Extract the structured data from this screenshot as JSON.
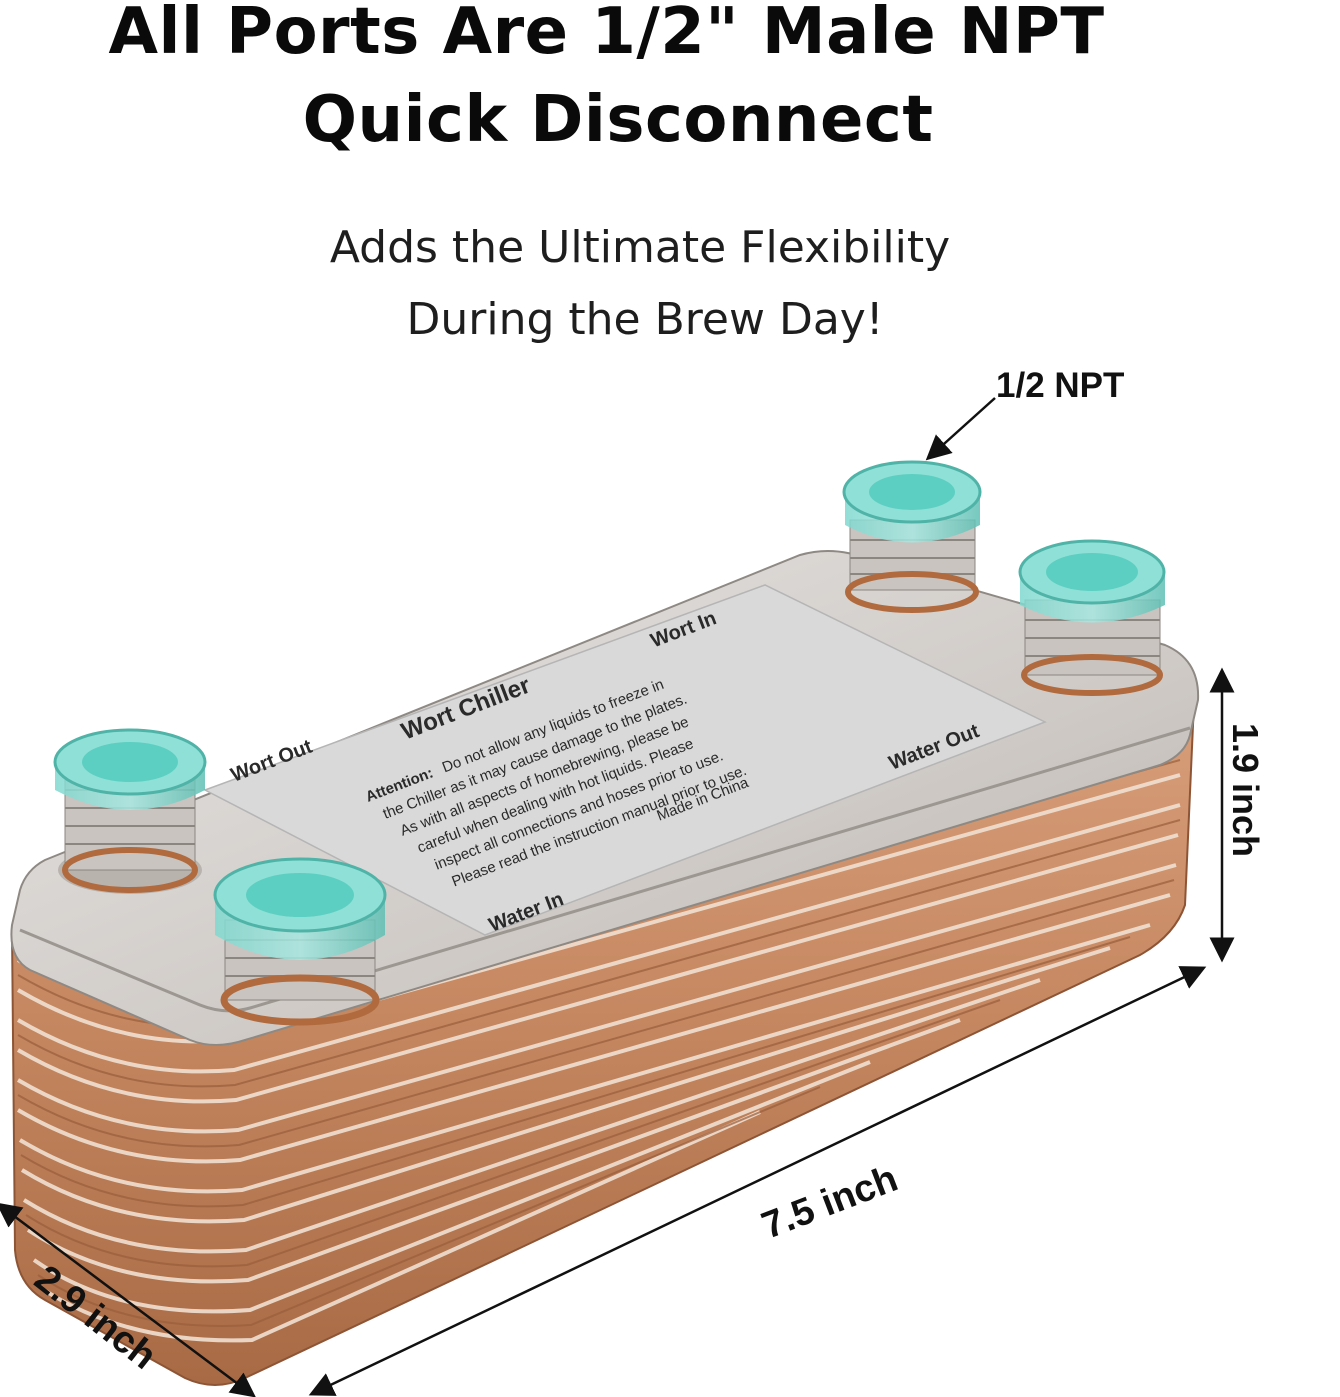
{
  "headline": {
    "line1": "All Ports Are 1/2\" Male NPT",
    "line2": "Quick Disconnect"
  },
  "subheadline": {
    "line1": "Adds the Ultimate Flexibility",
    "line2": "During the Brew Day!"
  },
  "callouts": {
    "port": "1/2 NPT",
    "height": "1.9 inch",
    "length": "7.5 inch",
    "width": "2.9 inch"
  },
  "label_plate": {
    "wort_out": "Wort Out",
    "wort_in": "Wort In",
    "water_in": "Water In",
    "water_out": "Water Out",
    "title": "Wort Chiller",
    "attention_heading": "Attention:",
    "attention_lines": [
      "Do not allow any liquids to freeze in",
      "the Chiller as it may cause damage to the plates.",
      "As with all aspects of homebrewing, please be",
      "careful when dealing with hot liquids. Please",
      "inspect all connections and hoses prior to use.",
      "Please read the instruction manual prior to use."
    ],
    "origin": "Made in China"
  },
  "colors": {
    "copper": "#c88a62",
    "copper_dark": "#9c5a36",
    "steel": "#cfcac5",
    "cap": "#5fcfc3"
  }
}
